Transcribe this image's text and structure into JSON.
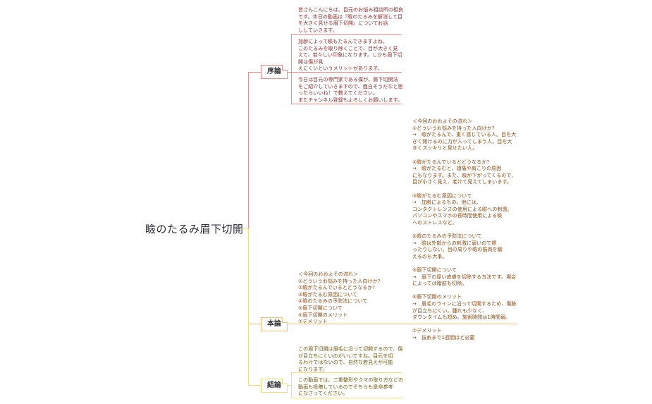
{
  "central_topic": "瞼のたるみ眉下切開",
  "colors": {
    "intro": "#f08c8c",
    "body": "#f5c07a",
    "conclusion": "#f3dc7a",
    "central_text": "#2b2b3a"
  },
  "branches": [
    {
      "id": "intro",
      "label": "序論",
      "notes": [
        "皆さんこんにちは。目元のお悩み相談所の相良\nです。本日の動画は『瞼のたるみを解消して目\nを大きく見せる眉下切開』についてお話\nししていきます。",
        "加齢によって瞼もたるんできますよね。\nこのたるみを取り除くことで、目が大きく見\nえて、若々しい印象になります。しかも眉下切\n開は傷が見\nえにくいというメリットがあります。",
        "今日は目元の専門家である僕が、眉下切開法\nをご紹介していきますので、面白そうだなと思\nったらいいね！で教えてください。\nまたチャンネル登録もよろしくお願いします。"
      ]
    },
    {
      "id": "body",
      "label": "本論",
      "outline": "＜今回のおおよその流れ＞\n①どういうお悩みを持った人向けか?\n②瞼がたるんでいるとどうなるか?\n③瞼がたるむ原因について\n④瞼のたるみの予防法について\n⑤眉下切開について\n⑥眉下切開のメリット\n⑦デメリット",
      "detail": "＜今回のおおよその流れ＞\n①どういうお悩みを持った人向けか?\n→　瞼がたるんで、重く感じている人。目を大\nきく開けるのに力が入ってしまう人。目を大\nきくスッキリと見せたい人。\n\n②瞼がたるんでいるとどうなるか?\n→　瞼がたるむと、頭痛や肩こりの原因\nにもなります。また、瞼が下がってくるので、\n目が小さく見え、老けて見えてしまいます。\n\n③瞼がたるむ原因について\n→　加齢によるもの。他には、\nコンタクトレンズの使用による瞼への刺激。\nパソコンやスマホの長時間使用による瞼\nへのストレスなど。\n\n④瞼のたるみの予防法について\n→　瞼は外部からの刺激に弱いので擦\nったりしない。目の周りや瞼の筋肉を鍛\nえるのも大事。\n\n⑤眉下切開について\n→　眉下の厚い皮膚を切除する方法です。場合\nによっては脂肪も切除。\n\n⑥眉下切開のメリット\n→　眉毛のラインに沿って切開するため、傷跡\nが目立ちにくい。腫れも少なく、\nダウンタイムも短め。施術時間は1時間弱。\n\n⑦デメリット\n→　抜糸まで1週間ほど必要"
    },
    {
      "id": "conclusion",
      "label": "結論",
      "notes": [
        "この眉下切開は眉毛に沿って切開するので、傷\nが目立ちにくいのがいいですね。目元を切\nるわけではないので、自然な若見えが可能\nになります。",
        "この動画では、二重整形やクマの取り方などの\n動画も投稿しているのでそちらも是非参考\nになさってください。"
      ]
    }
  ]
}
